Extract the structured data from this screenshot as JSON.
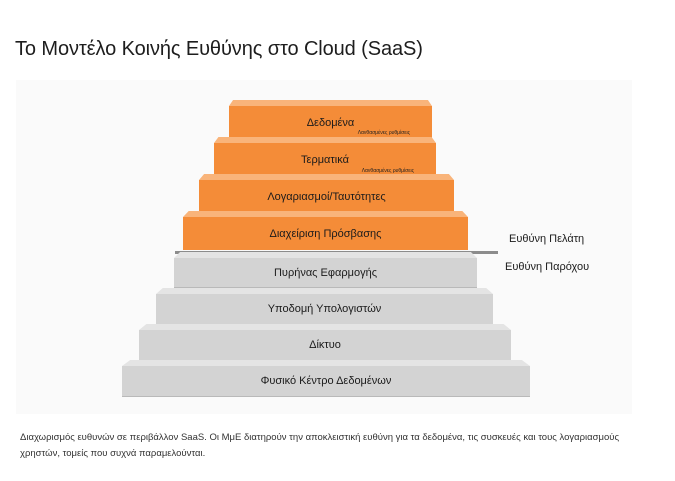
{
  "page": {
    "title": "Το Μοντέλο Κοινής Ευθύνης στο Cloud (SaaS)",
    "caption": "Διαχωρισμός ευθυνών σε περιβάλλον SaaS. Οι ΜμΕ διατηρούν την αποκλειστική ευθύνη για τα δεδομένα, τις συσκευές και τους λογαριασμούς χρηστών, τομείς που συχνά παραμελούνται."
  },
  "diagram": {
    "customer_label": "Ευθύνη Πελάτη",
    "provider_label": "Ευθύνη Παρόχου",
    "customer_layers": [
      {
        "label": "Δεδομένα",
        "note": "Λανθασμένες ρυθμίσεις"
      },
      {
        "label": "Τερματικά",
        "note": "Λανθασμένες ρυθμίσεις"
      },
      {
        "label": "Λογαριασμοί/Ταυτότητες",
        "note": ""
      },
      {
        "label": "Διαχείριση Πρόσβασης",
        "note": ""
      }
    ],
    "provider_layers": [
      {
        "label": "Πυρήνας Εφαρμογής"
      },
      {
        "label": "Υποδομή Υπολογιστών"
      },
      {
        "label": "Δίκτυο"
      },
      {
        "label": "Φυσικό Κέντρο Δεδομένων"
      }
    ],
    "colors": {
      "customer": "#f48c38",
      "provider": "#d3d3d3",
      "divider": "#8c8c8c"
    }
  }
}
